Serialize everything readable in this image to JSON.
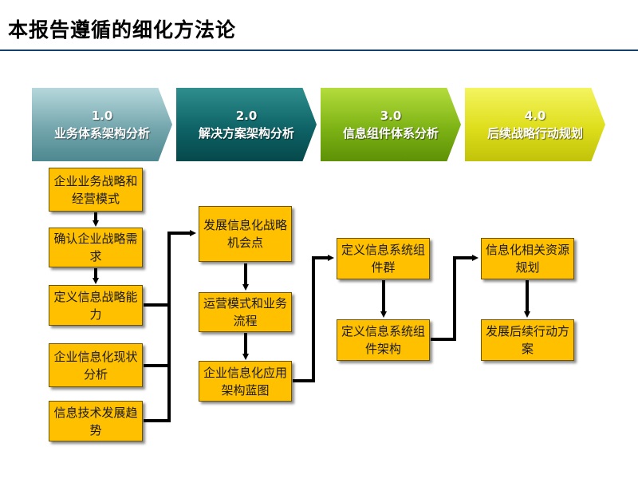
{
  "title": "本报告遵循的细化方法论",
  "stages": [
    {
      "num": "1.0",
      "label": "业务体系架构分析"
    },
    {
      "num": "2.0",
      "label": "解决方案架构分析"
    },
    {
      "num": "3.0",
      "label": "信息组件体系分析"
    },
    {
      "num": "4.0",
      "label": "后续战略行动规划"
    }
  ],
  "column1": [
    "企业业务战略和经营模式",
    "确认企业战略需求",
    "定义信息战略能力",
    "企业信息化现状分析",
    "信息技术发展趋势"
  ],
  "column2": [
    "发展信息化战略机会点",
    "运营模式和业务流程",
    "企业信息化应用架构蓝图"
  ],
  "column3": [
    "定义信息系统组件群",
    "定义信息系统组件架构"
  ],
  "column4": [
    "信息化相关资源规划",
    "发展后续行动方案"
  ],
  "colors": {
    "box_fill": "#ffc000",
    "title_rule": "#17406d",
    "stage1": "#74a6ad",
    "stage2": "#0e6366",
    "stage3": "#7eb315",
    "stage4": "#dede1c"
  }
}
